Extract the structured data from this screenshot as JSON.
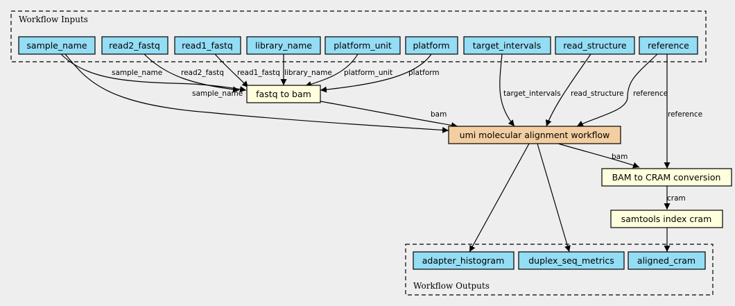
{
  "colors": {
    "background": "#eeeeee",
    "io_node": "#94ddf4",
    "step_node": "#ffffdd",
    "subworkflow_node": "#f3cea1",
    "stroke": "#000000"
  },
  "inputs_cluster": {
    "label": "Workflow Inputs"
  },
  "outputs_cluster": {
    "label": "Workflow Outputs"
  },
  "inputs": {
    "sample_name": "sample_name",
    "read2_fastq": "read2_fastq",
    "read1_fastq": "read1_fastq",
    "library_name": "library_name",
    "platform_unit": "platform_unit",
    "platform": "platform",
    "target_intervals": "target_intervals",
    "read_structure": "read_structure",
    "reference": "reference"
  },
  "steps": {
    "fastq_to_bam": "fastq to bam",
    "umi_alignment": "umi molecular alignment workflow",
    "bam_to_cram": "BAM to CRAM conversion",
    "index_cram": "samtools index cram"
  },
  "outputs": {
    "adapter_histogram": "adapter_histogram",
    "duplex_seq_metrics": "duplex_seq_metrics",
    "aligned_cram": "aligned_cram"
  },
  "edge_labels": {
    "sample_name_1": "sample_name",
    "sample_name_2": "sample_name",
    "read2_fastq": "read2_fastq",
    "read1_fastq": "read1_fastq",
    "library_name": "library_name",
    "platform_unit": "platform_unit",
    "platform": "platform",
    "bam_1": "bam",
    "target_intervals": "target_intervals",
    "read_structure": "read_structure",
    "reference_1": "reference",
    "reference_2": "reference",
    "bam_2": "bam",
    "cram": "cram"
  }
}
